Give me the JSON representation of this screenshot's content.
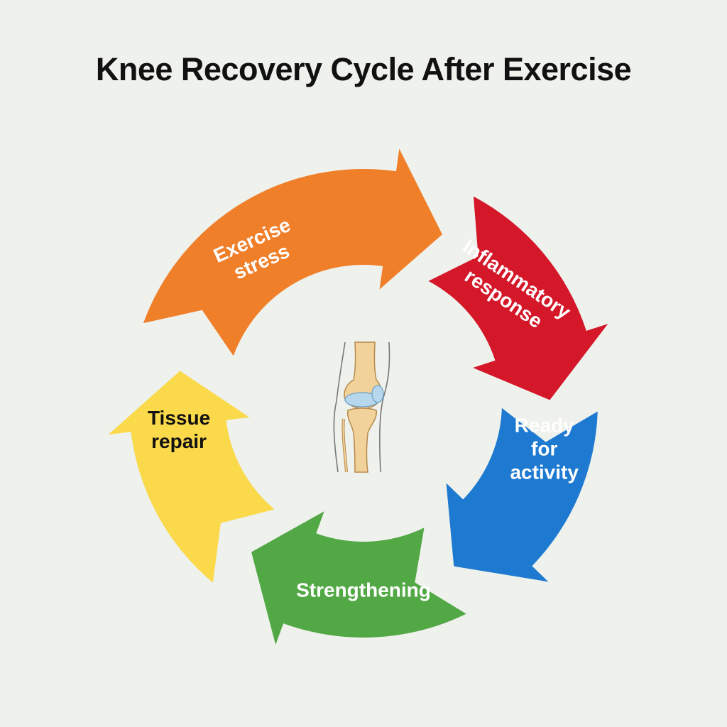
{
  "title": "Knee Recovery Cycle After Exercise",
  "center_icon": "knee-joint-icon",
  "stages": [
    {
      "label_lines": [
        "Exercise",
        "stress"
      ],
      "color": "#f07f2a",
      "text_color": "#ffffff"
    },
    {
      "label_lines": [
        "Inflammatory",
        "response"
      ],
      "color": "#d4182a",
      "text_color": "#ffffff"
    },
    {
      "label_lines": [
        "Ready",
        "for",
        "activity"
      ],
      "color": "#1e7ad1",
      "text_color": "#ffffff"
    },
    {
      "label_lines": [
        "Strengthening"
      ],
      "color": "#52a845",
      "text_color": "#ffffff"
    },
    {
      "label_lines": [
        "Tissue",
        "repair"
      ],
      "color": "#fad94a",
      "text_color": "#111111"
    }
  ]
}
